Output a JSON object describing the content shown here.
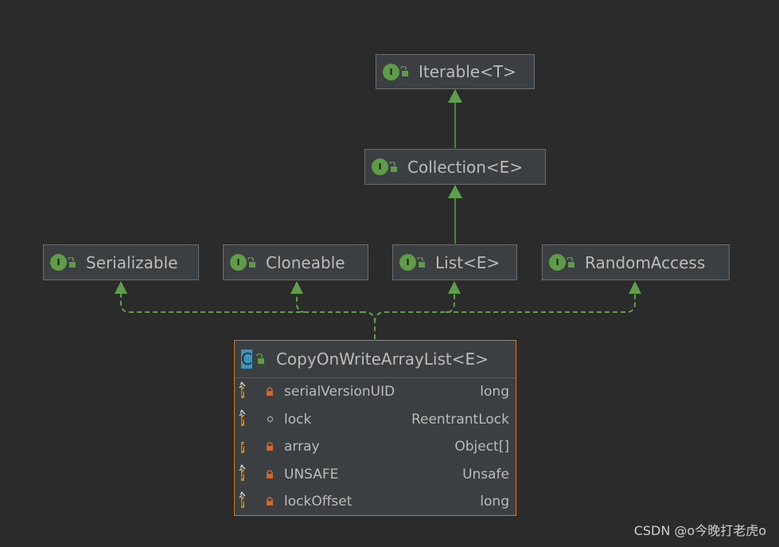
{
  "diagram": {
    "interfaces": {
      "iterable": "Iterable<T>",
      "collection": "Collection<E>",
      "serializable": "Serializable",
      "cloneable": "Cloneable",
      "list": "List<E>",
      "random_access": "RandomAccess"
    },
    "class_name": "CopyOnWriteArrayList<E>",
    "badges": {
      "interface": "I",
      "class": "C",
      "field": "f"
    },
    "fields": [
      {
        "name": "serialVersionUID",
        "type": "long",
        "visibility": "private",
        "static_final": true
      },
      {
        "name": "lock",
        "type": "ReentrantLock",
        "visibility": "package",
        "static_final": true
      },
      {
        "name": "array",
        "type": "Object[]",
        "visibility": "private",
        "static_final": false
      },
      {
        "name": "UNSAFE",
        "type": "Unsafe",
        "visibility": "private",
        "static_final": true
      },
      {
        "name": "lockOffset",
        "type": "long",
        "visibility": "private",
        "static_final": true
      }
    ]
  },
  "colors": {
    "background": "#2b2b2b",
    "node_fill": "#3c3f41",
    "node_border": "#6e6e6e",
    "class_border": "#c67c2d",
    "edge": "#5f9e4a",
    "interface_badge": "#5e9c47",
    "class_badge": "#3f92b8",
    "field_badge": "#b38b3a",
    "lock_private": "#d3682e",
    "lock_public": "#5e9c47"
  },
  "watermark": "CSDN @o今晚打老虎o"
}
